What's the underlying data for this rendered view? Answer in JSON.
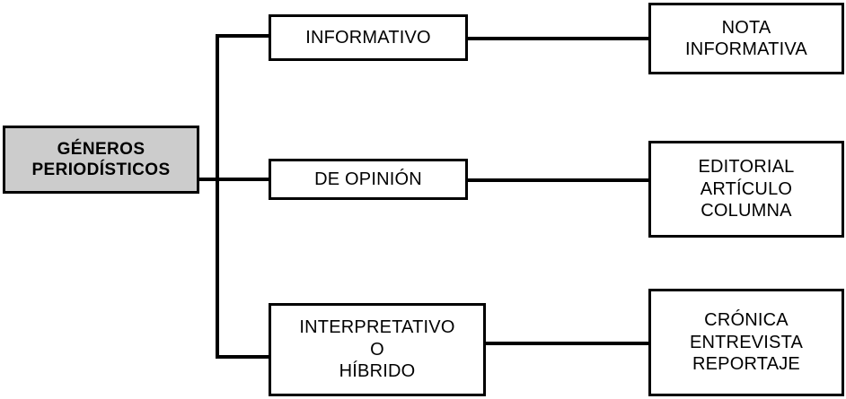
{
  "diagram": {
    "title": "GÉNEROS PERIODÍSTICOS",
    "type": "hierarchy-tree",
    "orientation": "left-to-right",
    "colors": {
      "root_fill": "#cccccc",
      "node_fill": "#ffffff",
      "stroke": "#000000",
      "text": "#000000",
      "background": "#ffffff"
    },
    "root": {
      "label": "GÉNEROS\nPERIODÍSTICOS"
    },
    "branches": [
      {
        "category": "INFORMATIVO",
        "examples": "NOTA\nINFORMATIVA"
      },
      {
        "category": "DE OPINIÓN",
        "examples": "EDITORIAL\nARTÍCULO\nCOLUMNA"
      },
      {
        "category": "INTERPRETATIVO\nO\nHÍBRIDO",
        "examples": "CRÓNICA\nENTREVISTA\nREPORTAJE"
      }
    ]
  }
}
